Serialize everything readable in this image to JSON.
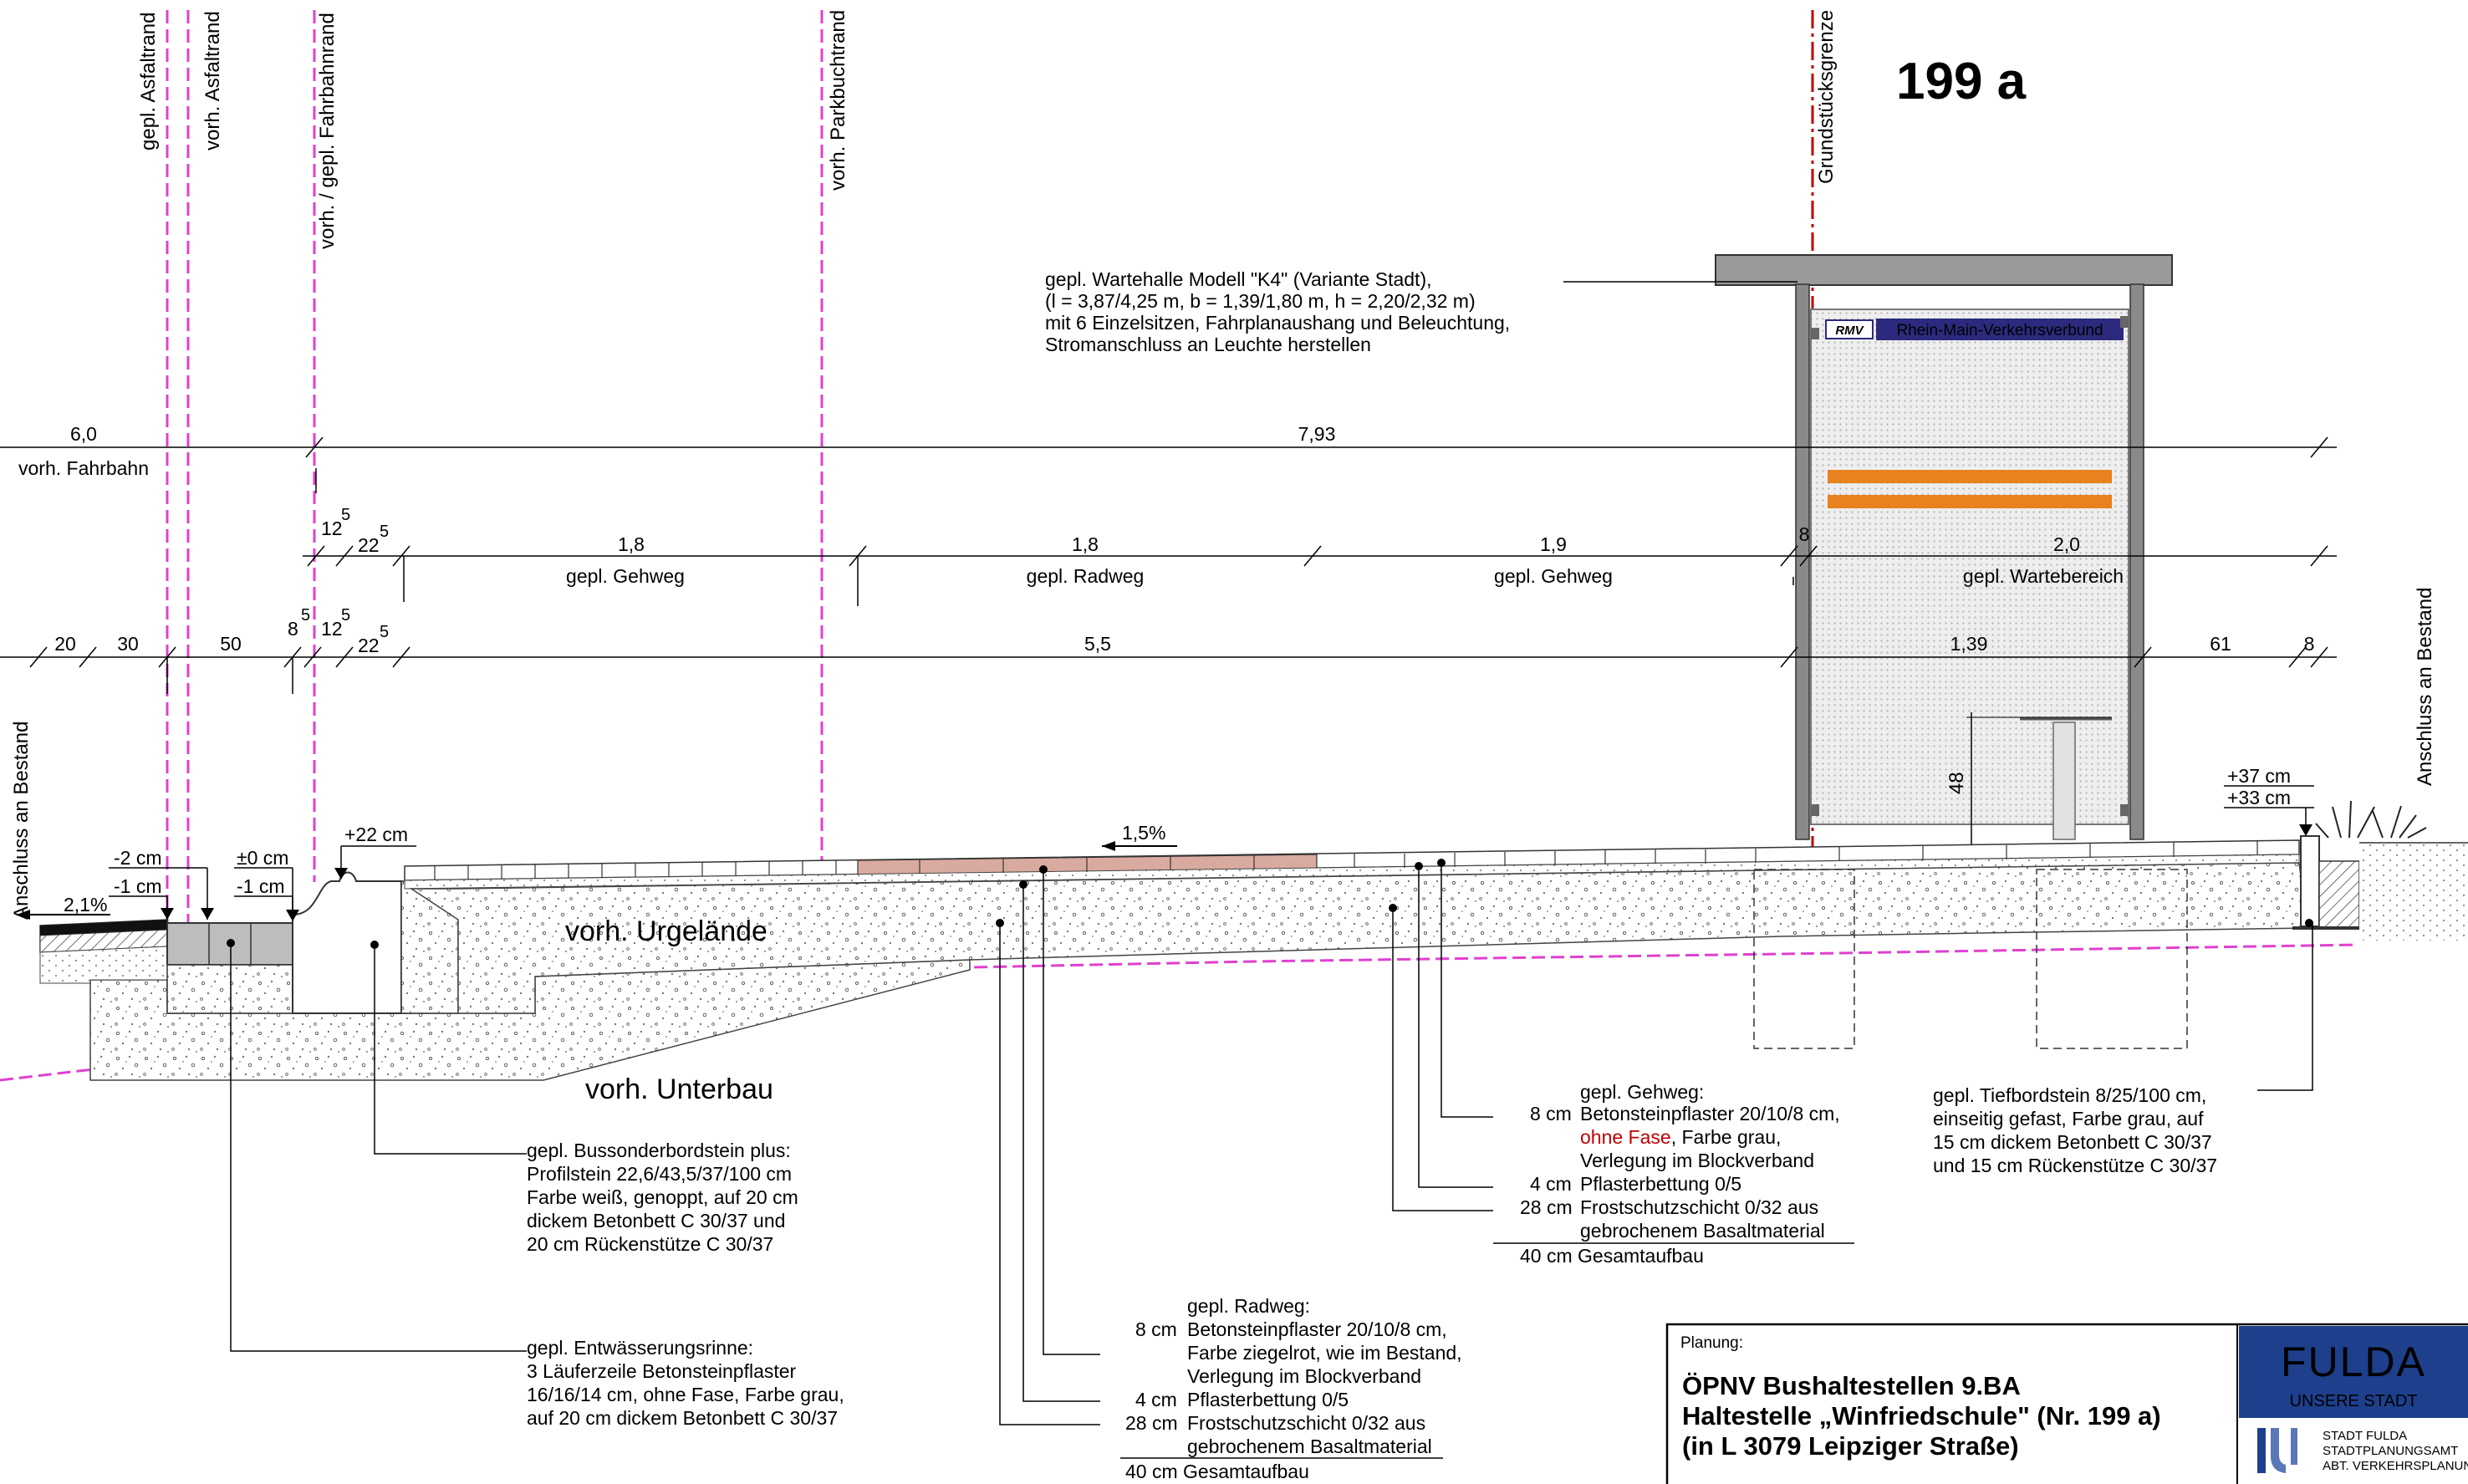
{
  "title_number": "199 a",
  "vertical_labels": {
    "gepl_asfaltrand": "gepl. Asfaltrand",
    "vorh_asfaltrand": "vorh. Asfaltrand",
    "fahrbahnrand": "vorh. / gepl. Fahrbahnrand",
    "parkbuchtrand": "vorh. Parkbuchtrand",
    "grundstuecksgrenze": "Grundstücksgrenze",
    "anschluss_left": "Anschluss an Bestand",
    "anschluss_right": "Anschluss an Bestand",
    "height_48": "48"
  },
  "shelter_note": [
    "gepl. Wartehalle Modell \"K4\" (Variante Stadt),",
    "(l = 3,87/4,25 m, b = 1,39/1,80 m, h = 2,20/2,32 m)",
    "mit 6 Einzelsitzen, Fahrplanaushang und Beleuchtung,",
    "Stromanschluss an Leuchte herstellen"
  ],
  "rmv_label": "Rhein-Main-Verkehrsverbund",
  "rmv_logo": "RMV",
  "dims": {
    "d60": "6,0",
    "vorh_fahrbahn": "vorh. Fahrbahn",
    "d793": "7,93",
    "d12a": "12",
    "d5a": "5",
    "d22a": "22",
    "d5b": "5",
    "d18a": "1,8",
    "gehweg1": "gepl. Gehweg",
    "d18b": "1,8",
    "radweg": "gepl. Radweg",
    "d19": "1,9",
    "gehweg2": "gepl. Gehweg",
    "d8a": "8",
    "d20": "2,0",
    "wartebereich": "gepl. Wartebereich",
    "d20b": "20",
    "d30": "30",
    "d50": "50",
    "d8b": "8",
    "d5c": "5",
    "d12b": "12",
    "d5d": "5",
    "d22b": "22",
    "d5e": "5",
    "d55": "5,5",
    "d139": "1,39",
    "d61": "61",
    "d8c": "8"
  },
  "levels": {
    "m2": "-2 cm",
    "m1a": "-1 cm",
    "p0": "±0 cm",
    "m1b": "-1 cm",
    "p22": "+22 cm",
    "slope_left": "2,1%",
    "slope_mid": "1,5%",
    "p37": "+37 cm",
    "p33": "+33 cm"
  },
  "ground_labels": {
    "urgelaende": "vorh. Urgelände",
    "unterbau": "vorh. Unterbau"
  },
  "note_gehweg": {
    "title": "gepl. Gehweg:",
    "l1a": "8 cm",
    "l1b": "Betonsteinpflaster 20/10/8 cm,",
    "l2red": "ohne Fase",
    "l2b": ", Farbe grau,",
    "l3": "Verlegung im Blockverband",
    "l4a": "4 cm",
    "l4b": "Pflasterbettung 0/5",
    "l5a": "28 cm",
    "l5b": "Frostschutzschicht 0/32 aus",
    "l6": "gebrochenem Basaltmaterial",
    "total": "40 cm Gesamtaufbau"
  },
  "note_tiefbord": [
    "gepl. Tiefbordstein 8/25/100 cm,",
    "einseitig gefast, Farbe grau, auf",
    "15 cm dickem Betonbett C 30/37",
    "und 15 cm Rückenstütze C 30/37"
  ],
  "note_bussonder": [
    "gepl. Bussonderbordstein plus:",
    "Profilstein 22,6/43,5/37/100 cm",
    "Farbe weiß, genoppt, auf 20 cm",
    "dickem Betonbett C 30/37 und",
    "20 cm Rückenstütze C 30/37"
  ],
  "note_rinne": [
    "gepl. Entwässerungsrinne:",
    "3 Läuferzeile Betonsteinpflaster",
    "16/16/14 cm, ohne Fase, Farbe grau,",
    "auf 20 cm dickem Betonbett C 30/37"
  ],
  "note_radweg": {
    "title": "gepl. Radweg:",
    "l1a": "8 cm",
    "l1b": "Betonsteinpflaster 20/10/8 cm,",
    "l2": "Farbe ziegelrot, wie im Bestand,",
    "l3": "Verlegung im Blockverband",
    "l4a": "4 cm",
    "l4b": "Pflasterbettung 0/5",
    "l5a": "28 cm",
    "l5b": "Frostschutzschicht 0/32 aus",
    "l6": "gebrochenem Basaltmaterial",
    "total": "40 cm Gesamtaufbau"
  },
  "title_block": {
    "planung": "Planung:",
    "line1": "ÖPNV Bushaltestellen 9.BA",
    "line2": "Haltestelle „Winfriedschule\" (Nr. 199 a)",
    "line3": "(in L 3079 Leipziger Straße)",
    "logo_name": "FULDA",
    "logo_sub": "UNSERE STADT",
    "dept1": "STADT FULDA",
    "dept2": "STADTPLANUNGSAMT",
    "dept3": "ABT. VERKEHRSPLANUNG"
  },
  "colors": {
    "magenta": "#e040d0",
    "red": "#c00000",
    "orange": "#e8821e",
    "rmv_blue": "#2b2a7e",
    "fulda_blue": "#1d3f8c",
    "radweg_fill": "#d9aaa0"
  }
}
